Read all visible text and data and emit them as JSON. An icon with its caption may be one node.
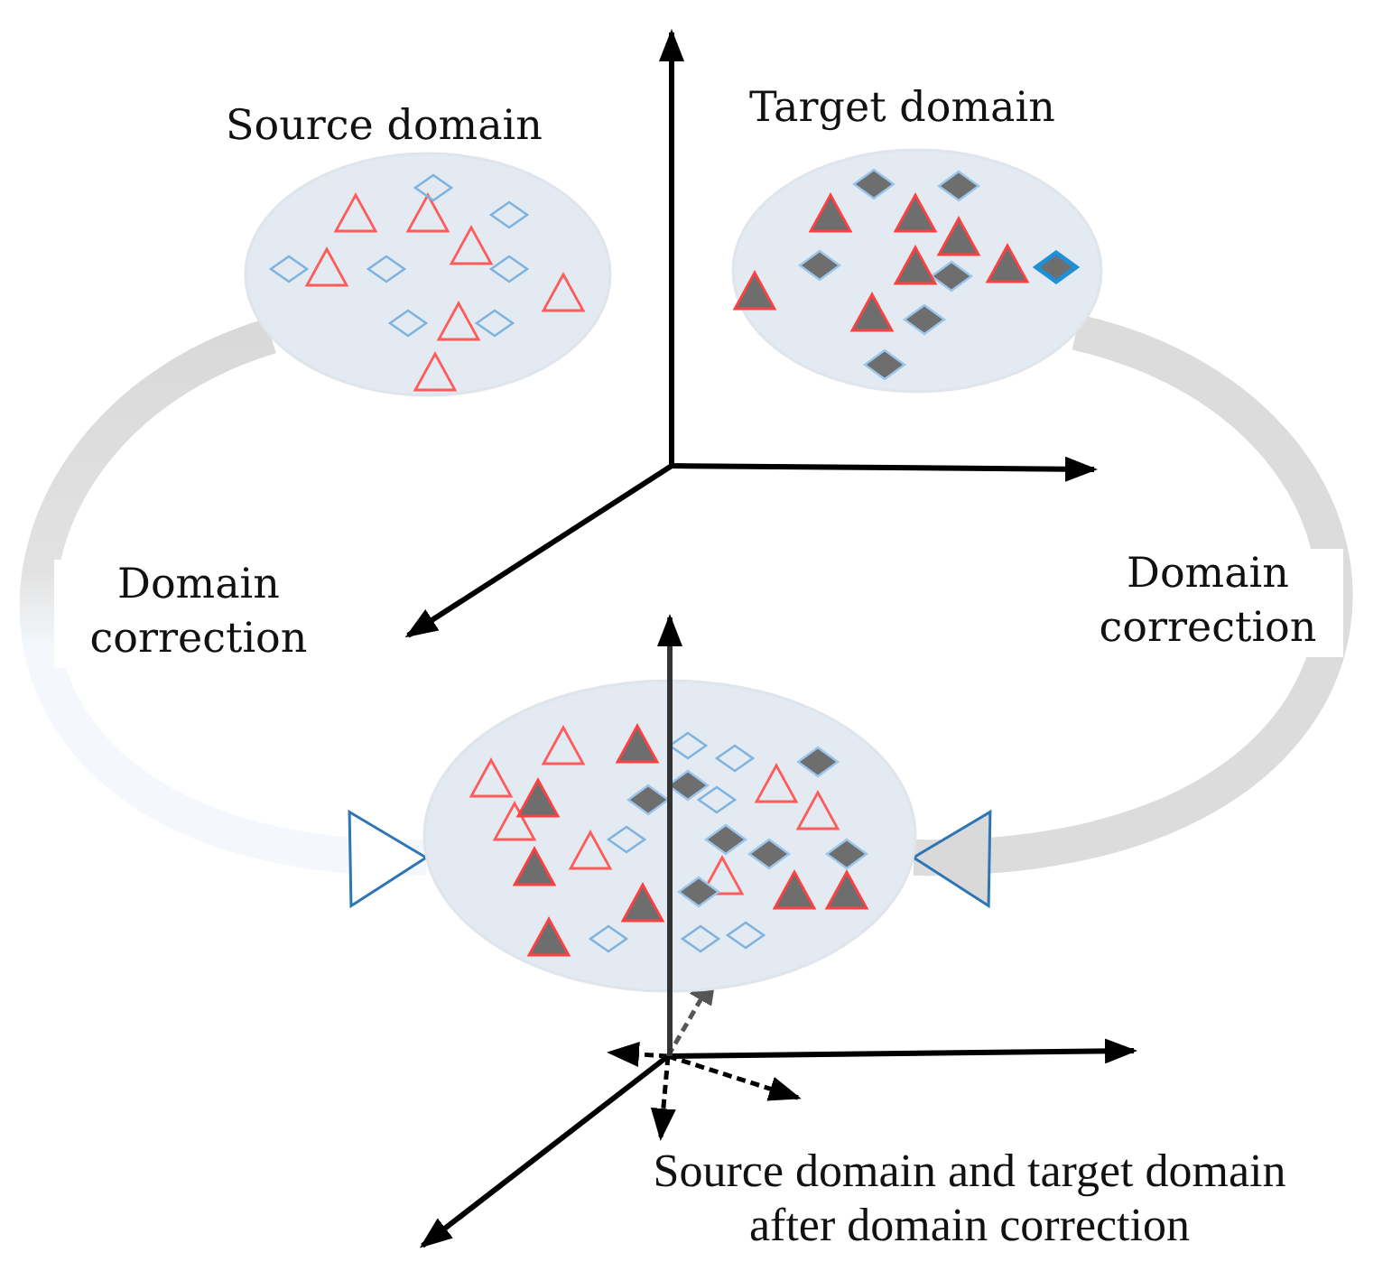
{
  "diagram": {
    "nodes": [
      {
        "text": [
          "Source domain"
        ]
      },
      {
        "text": [
          "Target domain"
        ]
      },
      {
        "text": [],
        "beside": [
          "Source domain and target domain after domain correction"
        ],
        "shape": "circle"
      }
    ],
    "edges": [
      {
        "from": 0,
        "to": 2,
        "arrow": "to",
        "label": "Domain correction"
      },
      {
        "from": 1,
        "to": 2,
        "arrow": "to",
        "label": "Domain correction"
      }
    ]
  }
}
